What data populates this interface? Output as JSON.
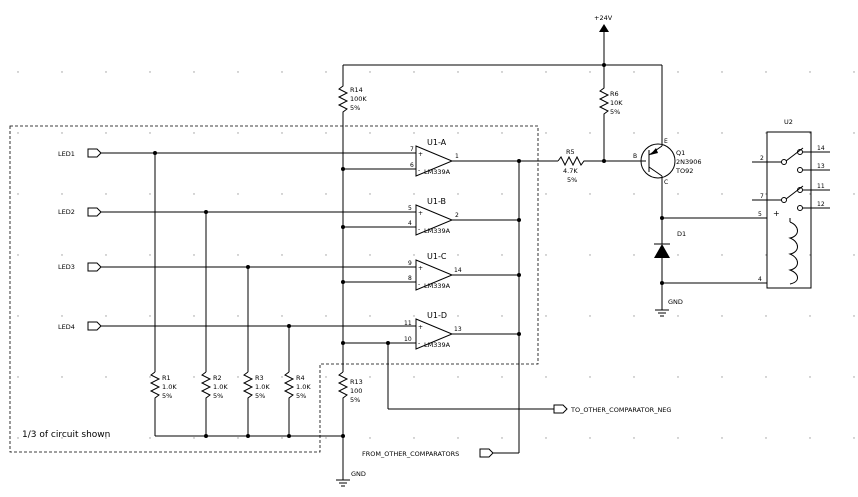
{
  "inputs": [
    "LED1",
    "LED2",
    "LED3",
    "LED4"
  ],
  "supply": "+24V",
  "ground": "GND",
  "resistors": {
    "r1": {
      "ref": "R1",
      "value": "1.0K",
      "tol": "5%"
    },
    "r2": {
      "ref": "R2",
      "value": "1.0K",
      "tol": "5%"
    },
    "r3": {
      "ref": "R3",
      "value": "1.0K",
      "tol": "5%"
    },
    "r4": {
      "ref": "R4",
      "value": "1.0K",
      "tol": "5%"
    },
    "r5": {
      "ref": "R5",
      "value": "4.7K",
      "tol": "5%"
    },
    "r6": {
      "ref": "R6",
      "value": "10K",
      "tol": "5%"
    },
    "r13": {
      "ref": "R13",
      "value": "100",
      "tol": "5%"
    },
    "r14": {
      "ref": "R14",
      "value": "100K",
      "tol": "5%"
    }
  },
  "comparators": [
    {
      "ref": "U1-A",
      "part": "LM339A",
      "pin_plus": "7",
      "pin_minus": "6",
      "pin_out": "1"
    },
    {
      "ref": "U1-B",
      "part": "LM339A",
      "pin_plus": "5",
      "pin_minus": "4",
      "pin_out": "2"
    },
    {
      "ref": "U1-C",
      "part": "LM339A",
      "pin_plus": "9",
      "pin_minus": "8",
      "pin_out": "14"
    },
    {
      "ref": "U1-D",
      "part": "LM339A",
      "pin_plus": "11",
      "pin_minus": "10",
      "pin_out": "13"
    }
  ],
  "transistor": {
    "ref": "Q1",
    "part": "2N3906",
    "package": "TO92",
    "pin_b": "B",
    "pin_e": "E",
    "pin_c": "C"
  },
  "diode": {
    "ref": "D1"
  },
  "relay": {
    "ref": "U2",
    "pins": [
      "2",
      "14",
      "13",
      "7",
      "11",
      "12",
      "5",
      "4"
    ],
    "plus": "+"
  },
  "ports": {
    "to_neg": "TO_OTHER_COMPARATOR_NEG",
    "from_other": "FROM_OTHER_COMPARATORS"
  },
  "note": "1/3 of circuit shown"
}
